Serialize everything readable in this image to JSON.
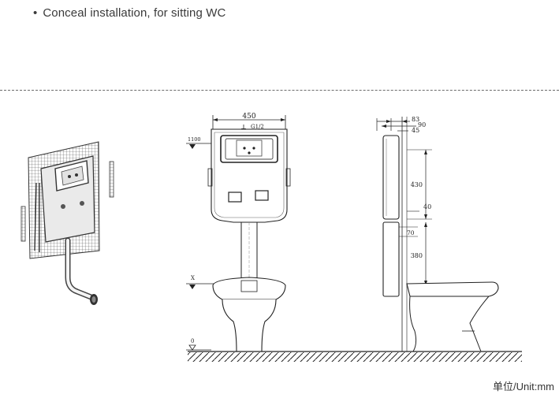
{
  "heading": {
    "bullet": "•",
    "text": "Conceal installation, for sitting WC"
  },
  "front_view": {
    "width_dim": "450",
    "inlet_label": "G1/2",
    "cistern_height_label": "1100",
    "flush_level_label": "X",
    "floor_label": "0"
  },
  "side_view": {
    "dims": {
      "d83": "83",
      "d90": "90",
      "d45": "45",
      "d430": "430",
      "d40": "40",
      "d70": "70",
      "d380": "380"
    }
  },
  "unit_label": "单位/Unit:mm"
}
